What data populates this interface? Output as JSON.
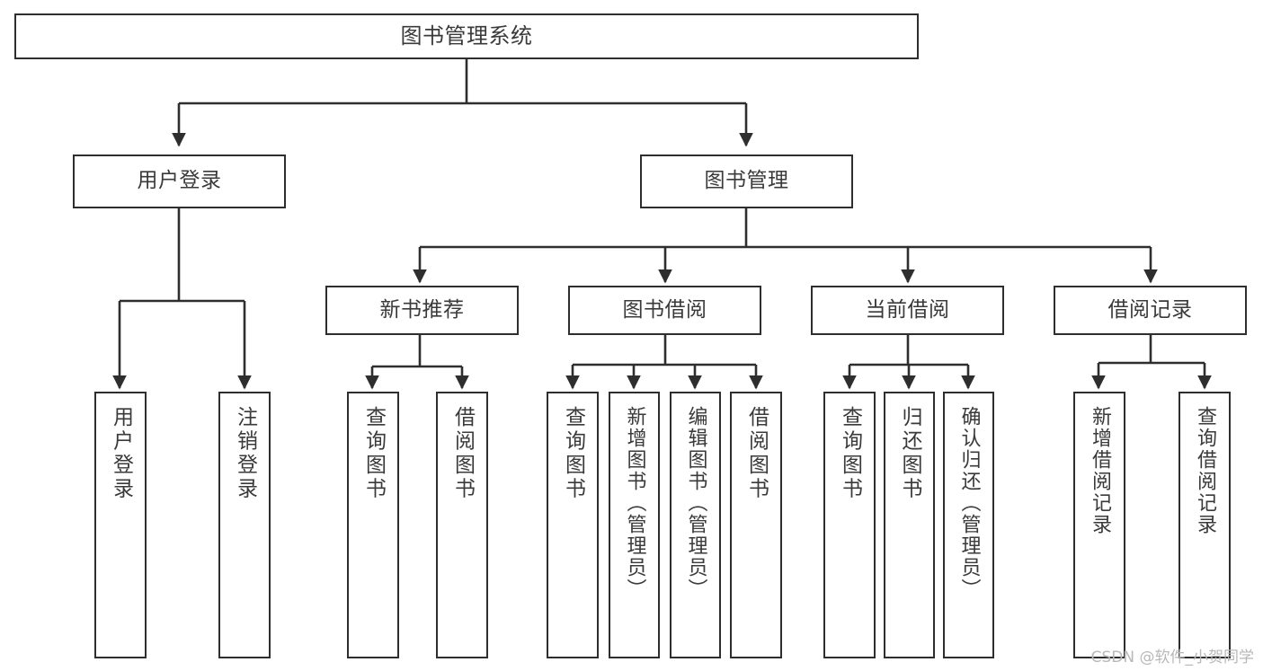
{
  "diagram": {
    "title": "图书管理系统",
    "watermark": "CSDN @软件_小贺同学",
    "colors": {
      "box_border": "#2e2e2e",
      "box_fill": "#ffffff",
      "connector": "#2e2e2e",
      "text": "#3a3a3a",
      "watermark": "#b8b8b8",
      "background": "#ffffff"
    },
    "root": {
      "label": "图书管理系统"
    },
    "level2": [
      {
        "id": "user-login",
        "label": "用户登录"
      },
      {
        "id": "book-management",
        "label": "图书管理"
      }
    ],
    "level3": [
      {
        "id": "new-book-recommend",
        "label": "新书推荐",
        "parent": "book-management"
      },
      {
        "id": "book-borrow",
        "label": "图书借阅",
        "parent": "book-management"
      },
      {
        "id": "current-borrow",
        "label": "当前借阅",
        "parent": "book-management"
      },
      {
        "id": "borrow-record",
        "label": "借阅记录",
        "parent": "book-management"
      }
    ],
    "leaves": {
      "user-login": [
        {
          "id": "leaf-user-login",
          "label": "用户登录"
        },
        {
          "id": "leaf-user-logout",
          "label": "注销登录"
        }
      ],
      "new-book-recommend": [
        {
          "id": "leaf-query-book-1",
          "label": "查询图书"
        },
        {
          "id": "leaf-borrow-book-1",
          "label": "借阅图书"
        }
      ],
      "book-borrow": [
        {
          "id": "leaf-query-book-2",
          "label": "查询图书"
        },
        {
          "id": "leaf-add-book",
          "label": "新增图书（管理员）"
        },
        {
          "id": "leaf-edit-book",
          "label": "编辑图书（管理员）"
        },
        {
          "id": "leaf-borrow-book-2",
          "label": "借阅图书"
        }
      ],
      "current-borrow": [
        {
          "id": "leaf-query-book-3",
          "label": "查询图书"
        },
        {
          "id": "leaf-return-book",
          "label": "归还图书"
        },
        {
          "id": "leaf-confirm-return",
          "label": "确认归还（管理员）"
        }
      ],
      "borrow-record": [
        {
          "id": "leaf-add-record",
          "label": "新增借阅记录"
        },
        {
          "id": "leaf-query-record",
          "label": "查询借阅记录"
        }
      ]
    }
  }
}
